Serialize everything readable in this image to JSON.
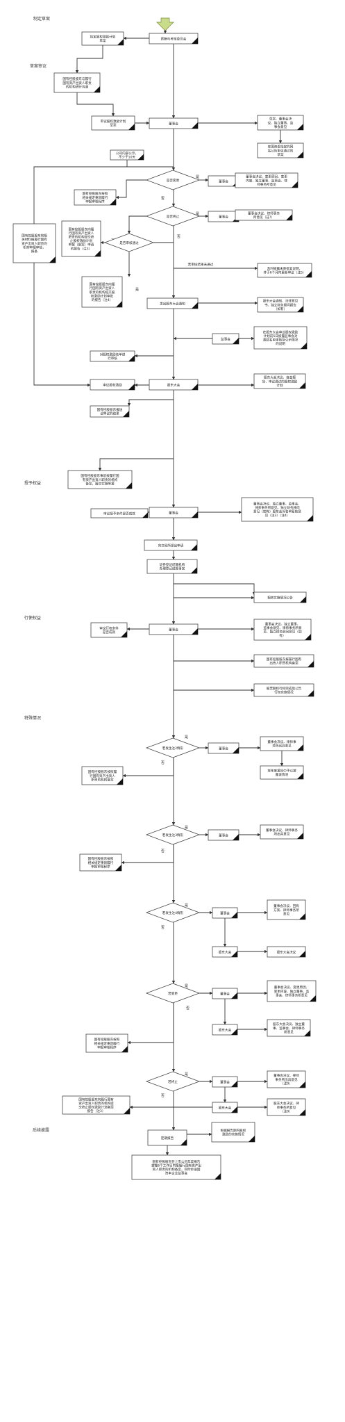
{
  "sections": [
    {
      "id": "s1",
      "label": "制定草案"
    },
    {
      "id": "s2",
      "label": "草案审议"
    },
    {
      "id": "s3",
      "label": "授予权益"
    },
    {
      "id": "s4",
      "label": "行使权益"
    },
    {
      "id": "s5",
      "label": "特殊情况"
    },
    {
      "id": "s6",
      "label": "后续披露"
    }
  ],
  "nodes": [
    {
      "id": "n_xc",
      "kind": "box",
      "lines": [
        "薪酬与考核委员会"
      ]
    },
    {
      "id": "n_nd",
      "kind": "box",
      "lines": [
        "拟定股权激励计划",
        "草案"
      ]
    },
    {
      "id": "n_gy",
      "kind": "box",
      "lines": [
        "国有控股股东与履行",
        "国有资产出资人职责",
        "的机构进行沟通"
      ]
    },
    {
      "id": "n_sy",
      "kind": "box",
      "lines": [
        "审议股权激励计划",
        "草案"
      ]
    },
    {
      "id": "n_ds1",
      "kind": "box",
      "lines": [
        "董事会"
      ]
    },
    {
      "id": "n_cj",
      "kind": "box",
      "lines": [
        "草案、董事会决",
        "议、独立董事、监",
        "事会意见"
      ]
    },
    {
      "id": "n_zcb",
      "kind": "box",
      "lines": [
        "在国资委指定的网",
        "站公告审议通过的",
        "草案"
      ]
    },
    {
      "id": "n_gsnr",
      "kind": "box",
      "lines": [
        "公司内部公示，",
        "不少于10天"
      ]
    },
    {
      "id": "n_sfbg",
      "kind": "diamond",
      "lines": [
        "是否变更"
      ]
    },
    {
      "id": "n_ds2",
      "kind": "box",
      "lines": [
        "董事会"
      ]
    },
    {
      "id": "n_bg_out",
      "kind": "box",
      "lines": [
        "董事会决议、变更原因、变更",
        "内容、独立董事、监事会、律",
        "师事务所意见"
      ]
    },
    {
      "id": "n_gk1",
      "kind": "box",
      "lines": [
        "国有控股股东按照",
        "相关规定重新履行",
        "申报审核程序"
      ]
    },
    {
      "id": "n_sfzz",
      "kind": "diamond",
      "lines": [
        "是否终止"
      ]
    },
    {
      "id": "n_ds3",
      "kind": "box",
      "lines": [
        "董事会"
      ]
    },
    {
      "id": "n_zz_out",
      "kind": "box",
      "lines": [
        "董事会决议、律师事务",
        "所意见（註?）"
      ]
    },
    {
      "id": "n_gysx",
      "kind": "box",
      "lines": [
        "国有控股股东将相",
        "关材料报履行国有",
        "资产出资人职责的",
        "机构申报审核，",
        "报备"
      ]
    },
    {
      "id": "n_gk2",
      "kind": "box",
      "lines": [
        "国有控股股东向履",
        "行国有资产出资人",
        "职责的机构提交终",
        "止股权激励计划",
        "申报（备案）申请",
        "的报告（注3）"
      ]
    },
    {
      "id": "n_sfsh",
      "kind": "diamond",
      "lines": [
        "是否审核通过"
      ]
    },
    {
      "id": "n_gk3",
      "kind": "box",
      "lines": [
        "国有控股股东向履",
        "行国有资产出资人",
        "职责的机构提交股",
        "权激励计划审批",
        "的报告（注4）"
      ]
    },
    {
      "id": "n_fsh_lbl",
      "kind": "text",
      "lines": [
        "若审核结果未通过"
      ]
    },
    {
      "id": "n_fsh_out",
      "kind": "box",
      "lines": [
        "及时披露未获批复说明，",
        "并于6个月内重新审议（注5）"
      ]
    },
    {
      "id": "n_fdgd",
      "kind": "box",
      "lines": [
        "发出股东大会通知"
      ]
    },
    {
      "id": "n_gdtz_out",
      "kind": "box",
      "lines": [
        "股东大会通知、法律意见",
        "书、独立财务顾问报告",
        "（如有）"
      ]
    },
    {
      "id": "n_jsh",
      "kind": "box",
      "lines": [
        "监事会"
      ]
    },
    {
      "id": "n_jsh_out",
      "kind": "box",
      "lines": [
        "在股东大会审议股权激励",
        "计划前5日披露监事会对",
        "激励名单审核及公示情况",
        "的说明"
      ]
    },
    {
      "id": "n_dgd",
      "kind": "box",
      "lines": [
        "对股权激励名单进",
        "行审核"
      ]
    },
    {
      "id": "n_gdh1",
      "kind": "box",
      "lines": [
        "股东大会"
      ]
    },
    {
      "id": "n_gdh1_out",
      "kind": "box",
      "lines": [
        "股东大会决议、自查报",
        "告、审议通过的股权激励",
        "计划"
      ]
    },
    {
      "id": "n_shgq",
      "kind": "box",
      "lines": [
        "审议股权激励"
      ]
    },
    {
      "id": "n_gk4",
      "kind": "box",
      "lines": [
        "国有控股股东报送",
        "议审议的结果"
      ]
    },
    {
      "id": "n_gk5",
      "kind": "box",
      "lines": [
        "国有控股股东事前按履行国",
        "有资产出资人职责的机构",
        "备案，履交实施等报"
      ]
    },
    {
      "id": "n_ds4",
      "kind": "box",
      "lines": [
        "董事会"
      ]
    },
    {
      "id": "n_ds4_out",
      "kind": "box",
      "lines": [
        "董事会决议、独立董事、监事会、",
        "律师事务所意见、独立财务顾问",
        "意见（如有）股东会对名单复核意",
        "见（注3）（注4）"
      ]
    },
    {
      "id": "n_sysy",
      "kind": "box",
      "lines": [
        "审议授予条件是否成就"
      ]
    },
    {
      "id": "n_xjy",
      "kind": "box",
      "lines": [
        "向交易所提出申请"
      ]
    },
    {
      "id": "n_zqdj",
      "kind": "box",
      "lines": [
        "证券登记结算机构",
        "办理登记结算事宜"
      ]
    },
    {
      "id": "n_xgss",
      "kind": "box",
      "lines": [
        "相关实施情况公告"
      ]
    },
    {
      "id": "n_sysx",
      "kind": "box",
      "lines": [
        "审议行权条件",
        "是否成就"
      ]
    },
    {
      "id": "n_ds5",
      "kind": "box",
      "lines": [
        "董事会"
      ]
    },
    {
      "id": "n_ds5_out",
      "kind": "box",
      "lines": [
        "董事会决议、独立董事、",
        "监事会意见、律师事务所意",
        "见、独立财务顾问意见（如",
        "有）"
      ]
    },
    {
      "id": "n_gkjb",
      "kind": "box",
      "lines": [
        "国有控股股东报履行国有",
        "出资人职责机构备案"
      ]
    },
    {
      "id": "n_gpkz",
      "kind": "box",
      "lines": [
        "股票期权行权完成后公告",
        "行权实施情况"
      ]
    },
    {
      "id": "n_sf1",
      "kind": "diamond",
      "lines": [
        "若发生注2情形"
      ]
    },
    {
      "id": "n_ds6",
      "kind": "box",
      "lines": [
        "董事会"
      ]
    },
    {
      "id": "n_ds6_out",
      "kind": "box",
      "lines": [
        "董事会决议、律师事",
        "务所出具意见"
      ]
    },
    {
      "id": "n_ndqn",
      "kind": "box",
      "lines": [
        "在年度报告中予以披",
        "露该情况"
      ]
    },
    {
      "id": "n_gk6",
      "kind": "box",
      "lines": [
        "国有控股股东按照履",
        "行国有资产出资人",
        "职责的机构备案"
      ]
    },
    {
      "id": "n_sf2",
      "kind": "diamond",
      "lines": [
        "若发生注3情形"
      ]
    },
    {
      "id": "n_ds7",
      "kind": "box",
      "lines": [
        "董事会"
      ]
    },
    {
      "id": "n_ds7_out",
      "kind": "box",
      "lines": [
        "董事会决议、律师事务",
        "所出具意见"
      ]
    },
    {
      "id": "n_gk7",
      "kind": "box",
      "lines": [
        "国有控股股东按照",
        "相关规定重新履行",
        "申报审核程序"
      ]
    },
    {
      "id": "n_sf3",
      "kind": "diamond",
      "lines": [
        "若发生注4情形"
      ]
    },
    {
      "id": "n_ds8",
      "kind": "box",
      "lines": [
        "董事会"
      ]
    },
    {
      "id": "n_ds8_out",
      "kind": "box",
      "lines": [
        "董事会决议、回购",
        "方案、律师事务所",
        "意见"
      ]
    },
    {
      "id": "n_gdh2",
      "kind": "box",
      "lines": [
        "股东大会"
      ]
    },
    {
      "id": "n_gdh2_out",
      "kind": "box",
      "lines": [
        "股东大会决议"
      ]
    },
    {
      "id": "n_sfbg2",
      "kind": "diamond",
      "lines": [
        "若变更"
      ]
    },
    {
      "id": "n_ds9",
      "kind": "box",
      "lines": [
        "董事会"
      ]
    },
    {
      "id": "n_ds9_out",
      "kind": "box",
      "lines": [
        "董事会决议、变更原因、",
        "变更内容、独立董事、监",
        "事会、律师事务所意见"
      ]
    },
    {
      "id": "n_gdh3",
      "kind": "box",
      "lines": [
        "股东大会"
      ]
    },
    {
      "id": "n_gdh3_out",
      "kind": "box",
      "lines": [
        "股东大会决议、独立董",
        "事、监事会、律师事务",
        "所意见"
      ]
    },
    {
      "id": "n_gk8",
      "kind": "box",
      "lines": [
        "国有控股股东按照",
        "相关规定重新履行",
        "申报审核程序"
      ]
    },
    {
      "id": "n_sfzz2",
      "kind": "diamond",
      "lines": [
        "若终止"
      ]
    },
    {
      "id": "n_ds10",
      "kind": "box",
      "lines": [
        "董事会"
      ]
    },
    {
      "id": "n_ds10_out",
      "kind": "box",
      "lines": [
        "董事会决议、律师",
        "事务所出具意见",
        "（注9）"
      ]
    },
    {
      "id": "n_gk9",
      "kind": "box",
      "lines": [
        "国有控股股东向履行国有",
        "资产出资人职责的机构提",
        "交终止股权激励计划备案",
        "报告（注3）"
      ]
    },
    {
      "id": "n_gdh4",
      "kind": "box",
      "lines": [
        "股东大会"
      ]
    },
    {
      "id": "n_gdh4_out",
      "kind": "box",
      "lines": [
        "股东大会决议、律",
        "师事务所意见",
        "（注9）"
      ]
    },
    {
      "id": "n_dqbg",
      "kind": "box",
      "lines": [
        "定期报告"
      ]
    },
    {
      "id": "n_dqbg_out",
      "kind": "box",
      "lines": [
        "根据报告期内股权",
        "激励的实施情况"
      ]
    },
    {
      "id": "n_final",
      "kind": "box",
      "lines": [
        "国有控股股东在上市公司年度报告",
        "披露6个工作日内报履行国有资产出",
        "资人职责的机构备案，同时抄送国",
        "资本企业监事会"
      ]
    }
  ],
  "labels": [
    {
      "id": "l_yes1",
      "text": "是"
    },
    {
      "id": "l_no1",
      "text": "否"
    },
    {
      "id": "l_yes2",
      "text": "是"
    },
    {
      "id": "l_no2",
      "text": "否"
    },
    {
      "id": "l_no3",
      "text": "否"
    },
    {
      "id": "l_yes3",
      "text": "是"
    },
    {
      "id": "l_yes4",
      "text": "是"
    },
    {
      "id": "l_no4",
      "text": "否"
    },
    {
      "id": "l_yes5",
      "text": "是"
    },
    {
      "id": "l_no5",
      "text": "否"
    },
    {
      "id": "l_yes6",
      "text": "是"
    },
    {
      "id": "l_no6",
      "text": "否"
    },
    {
      "id": "l_yes7",
      "text": "是"
    },
    {
      "id": "l_no7",
      "text": "否"
    },
    {
      "id": "l_yes8",
      "text": "是"
    },
    {
      "id": "l_no8",
      "text": "否"
    }
  ]
}
